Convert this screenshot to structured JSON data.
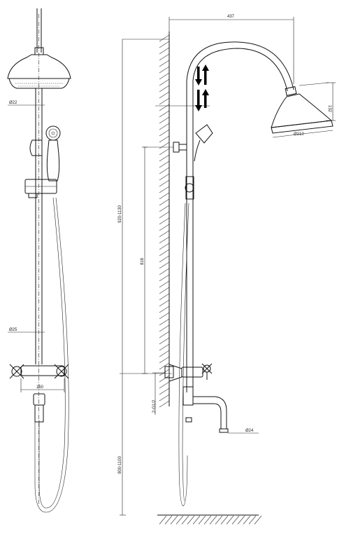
{
  "dimensions": {
    "arm_reach": "437",
    "head_height": "132",
    "head_diameter": "Ø210",
    "top_pipe_diameter": "Ø22",
    "lower_pipe_diameter": "Ø25",
    "total_height_range": "920-1130",
    "bracket_span": "816",
    "inlet_spacing": "150",
    "inlet_thread": "2-G1/2",
    "spout_diameter": "Ø24",
    "floor_height_range": "800-1100"
  },
  "colors": {
    "line": "#111111",
    "background": "#ffffff"
  },
  "icons": [
    "flow-down-arrow-icon",
    "flow-up-arrow-icon"
  ]
}
